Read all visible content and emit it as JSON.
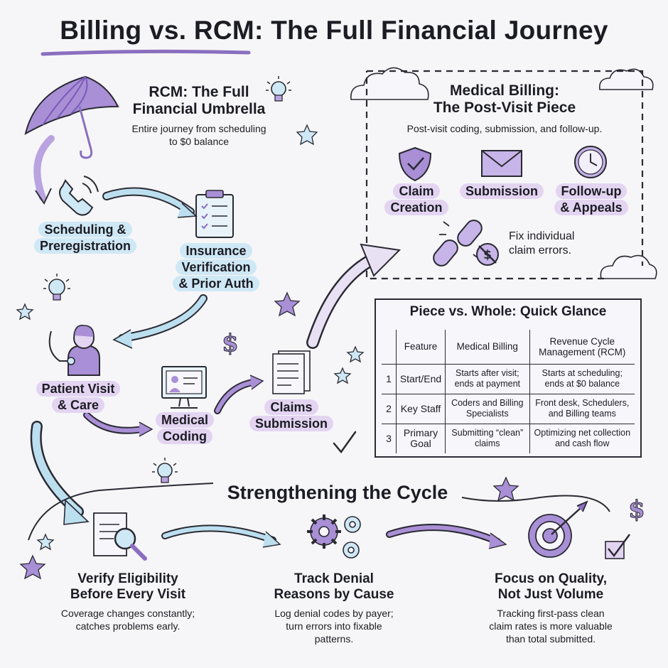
{
  "title": "Billing vs. RCM: The Full Financial Journey",
  "rcm": {
    "heading_line1": "RCM: The Full",
    "heading_line2": "Financial Umbrella",
    "desc_line1": "Entire journey from scheduling",
    "desc_line2": "to $0 balance"
  },
  "billing": {
    "heading_line1": "Medical Billing:",
    "heading_line2": "The Post-Visit Piece",
    "desc": "Post-visit coding, submission, and follow-up.",
    "items": [
      {
        "line1": "Claim",
        "line2": "Creation",
        "icon": "shield-check-icon"
      },
      {
        "line1": "Submission",
        "line2": "",
        "icon": "envelope-icon"
      },
      {
        "line1": "Follow-up",
        "line2": "& Appeals",
        "icon": "clock-icon"
      }
    ],
    "fix_line1": "Fix individual",
    "fix_line2": "claim errors."
  },
  "journey": {
    "scheduling_line1": "Scheduling &",
    "scheduling_line2": "Preregistration",
    "insurance_line1": "Insurance",
    "insurance_line2": "Verification",
    "insurance_line3": "& Prior Auth",
    "visit_line1": "Patient Visit",
    "visit_line2": "& Care",
    "coding_line1": "Medical",
    "coding_line2": "Coding",
    "claims_line1": "Claims",
    "claims_line2": "Submission"
  },
  "table": {
    "title": "Piece vs. Whole: Quick Glance",
    "headers": [
      "",
      "Feature",
      "Medical Billing",
      "Revenue Cycle Management (RCM)"
    ],
    "rows": [
      {
        "num": "1",
        "feature": "Start/End",
        "billing": "Starts after visit; ends at payment",
        "rcm": "Starts at scheduling; ends at $0 balance"
      },
      {
        "num": "2",
        "feature": "Key Staff",
        "billing": "Coders and Billing Specialists",
        "rcm": "Front desk, Schedulers, and Billing teams"
      },
      {
        "num": "3",
        "feature": "Primary Goal",
        "billing": "Submitting “clean” claims",
        "rcm": "Optimizing net collection and cash flow"
      }
    ]
  },
  "strengthen": {
    "heading": "Strengthening the Cycle",
    "tips": [
      {
        "title1": "Verify Eligibility",
        "title2": "Before Every Visit",
        "desc1": "Coverage changes constantly;",
        "desc2": "catches problems early.",
        "desc3": "",
        "icon": "magnifier-document-icon"
      },
      {
        "title1": "Track Denial",
        "title2": "Reasons by Cause",
        "desc1": "Log denial codes by payer;",
        "desc2": "turn errors into fixable",
        "desc3": "patterns.",
        "icon": "gears-icon"
      },
      {
        "title1": "Focus on Quality,",
        "title2": "Not Just Volume",
        "desc1": "Tracking first-pass clean",
        "desc2": "claim rates is more valuable",
        "desc3": "than total submitted.",
        "icon": "target-icon"
      }
    ]
  },
  "decor": {
    "dollar": "$"
  },
  "colors": {
    "purple": "#8a6fc0",
    "purple_light": "#e3d4f1",
    "blue_light": "#cfe8f5",
    "blue_arrow": "#bcdff0",
    "ink": "#1c1c24"
  }
}
